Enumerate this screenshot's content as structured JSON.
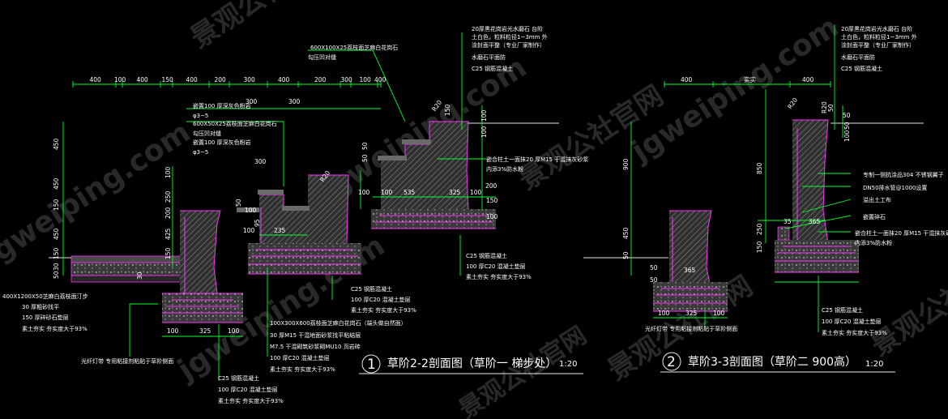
{
  "colors": {
    "background": "#000000",
    "dimension": "#00ff2a",
    "outline": "#ff33ff",
    "text": "#ffffff"
  },
  "watermark": {
    "text1": "jgweiping.com",
    "text2": "景观公社官网"
  },
  "left": {
    "dims_top": [
      "400",
      "100",
      "400",
      "150",
      "400",
      "200",
      "300",
      "400",
      "200",
      "300",
      "100",
      "400"
    ],
    "dims_top2": [
      "300",
      "300",
      "300"
    ],
    "dims_left": [
      "450",
      "450",
      "150",
      "450",
      "150",
      "30",
      "50"
    ],
    "dims_v": [
      "100",
      "250",
      "200",
      "425",
      "150",
      "30",
      "50",
      "95",
      "50",
      "50",
      "100",
      "200",
      "150",
      "100",
      "100",
      "100",
      "100",
      "150"
    ],
    "dims_bottom": [
      "100",
      "325",
      "100",
      "100",
      "235",
      "535",
      "325",
      "100",
      "100"
    ],
    "r_labels": [
      "R20",
      "R20"
    ],
    "notes_top": [
      "600X100X25荔枝面芝麻白花岗石",
      "勾压凹对缝",
      "20厚黑花岗岩光水磨石 台阶",
      "土白色，粒料粒径1~3mm 外",
      "涂封面平整（专业厂家制作）",
      "水磨石平面防",
      "C25 钢筋混凝土"
    ],
    "notes_mid": [
      "嵌置100 厚深灰色粉岩",
      "φ3~5",
      "600X50X25荔枝面芝麻白花岗石",
      "勾压凹对缝",
      "嵌置100 厚深灰色粉岩",
      "φ3~5"
    ],
    "notes_right": [
      "嵌合柱土一面抹20 厚M15 干混抹灰砂浆",
      "内添3%防水粉"
    ],
    "notes_lower_right": [
      "C25 钢筋混凝土",
      "100 厚C20 混凝土垫层",
      "素土夯实 夯实度大于93%"
    ],
    "notes_center": [
      "C25 钢筋混凝土",
      "100 厚C20 混凝土垫层",
      "素土夯实 夯实度大于93%"
    ],
    "notes_left": [
      "400X1200X50芝麻白荔枝面汀步",
      "30 厚粗砂找平",
      "150 厚碎砂石垫层",
      "素土夯实 夯实度大于93%"
    ],
    "notes_stair": [
      "100X300X600荔枝面芝麻白花岗石（端头做自然面）",
      "30 厚M15 干混地面砂浆找平粘结层",
      "M7.5 干混砌筑砂浆砌MU10 页岩砖",
      "100 厚C20 混凝土垫层",
      "素土夯实 夯实度大于93%"
    ],
    "light_note": "光纤灯带  专用粘接剂粘贴于草阶侧面",
    "notes_bottom": [
      "C25 钢筋混凝土",
      "100 厚C20 混凝土垫层",
      "素土夯实 夯实度大于93%"
    ],
    "title_num": "1",
    "title": "草阶2-2剖面图（草阶一  梯步处）",
    "scale": "1:20"
  },
  "right": {
    "dims_top": [
      "400",
      "实实",
      "400"
    ],
    "dims_left": [
      "900",
      "450",
      "50",
      "50",
      "50"
    ],
    "dims_v": [
      "850",
      "250",
      "150",
      "50",
      "100",
      "50",
      "50"
    ],
    "dims_bottom": [
      "100",
      "325",
      "100"
    ],
    "dims_mid": [
      "35",
      "365",
      "365"
    ],
    "r_labels": [
      "R20",
      "R20"
    ],
    "notes_top": [
      "20厚黑花岗岩光水磨石 台阶",
      "土白色，粒料粒径1~3mm 外",
      "涂封面平整（专业厂家制作）",
      "水磨石平面防",
      "C25 钢筋混凝土"
    ],
    "notes_side": [
      "专制一侧抗涂品304 不锈钢翼子",
      "DN50排水管@1000设置",
      "溢出土工布",
      "嵌置碎石",
      "嵌合柱土一面抹20 厚M15 干混抹灰砂浆",
      "内添3%防水粉"
    ],
    "notes_bottom": [
      "C25 钢筋混凝土",
      "100 厚C20 混凝土垫层",
      "素土夯实 夯实度大于93%"
    ],
    "light_note": "光纤灯带  专用粘接剂粘贴于草阶侧面",
    "title_num": "2",
    "title": "草阶3-3剖面图（草阶二 900高）",
    "scale": "1:20"
  }
}
